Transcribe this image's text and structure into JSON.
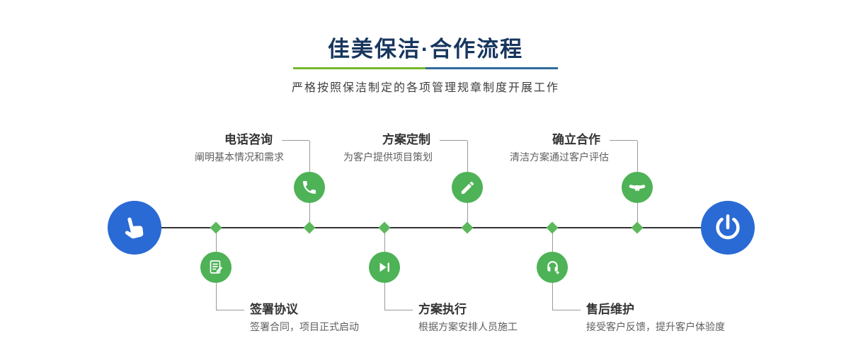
{
  "header": {
    "title": "佳美保洁·合作流程",
    "subtitle": "严格按照保洁制定的各项管理规章制度开展工作"
  },
  "flow": {
    "start_icon": "pointing-hand-icon",
    "end_icon": "power-icon",
    "top_steps": [
      {
        "title": "电话咨询",
        "desc": "阐明基本情况和需求",
        "icon": "phone-icon"
      },
      {
        "title": "方案定制",
        "desc": "为客户提供项目策划",
        "icon": "pencil-icon"
      },
      {
        "title": "确立合作",
        "desc": "清洁方案通过客户评估",
        "icon": "handshake-icon"
      }
    ],
    "bottom_steps": [
      {
        "title": "签署协议",
        "desc": "签署合同，项目正式启动",
        "icon": "contract-icon"
      },
      {
        "title": "方案执行",
        "desc": "根据方案安排人员施工",
        "icon": "play-icon"
      },
      {
        "title": "售后维护",
        "desc": "接受客户反馈，提升客户体验度",
        "icon": "headset-icon"
      }
    ]
  },
  "colors": {
    "title_navy": "#17365e",
    "green": "#4eb257",
    "diamond_green": "#5cb85c",
    "blue": "#2a6ad4",
    "line_dark": "#333333",
    "connector_gray": "#9a9a9a",
    "underline_green": "#76b82a",
    "underline_blue": "#2e6b9e"
  }
}
